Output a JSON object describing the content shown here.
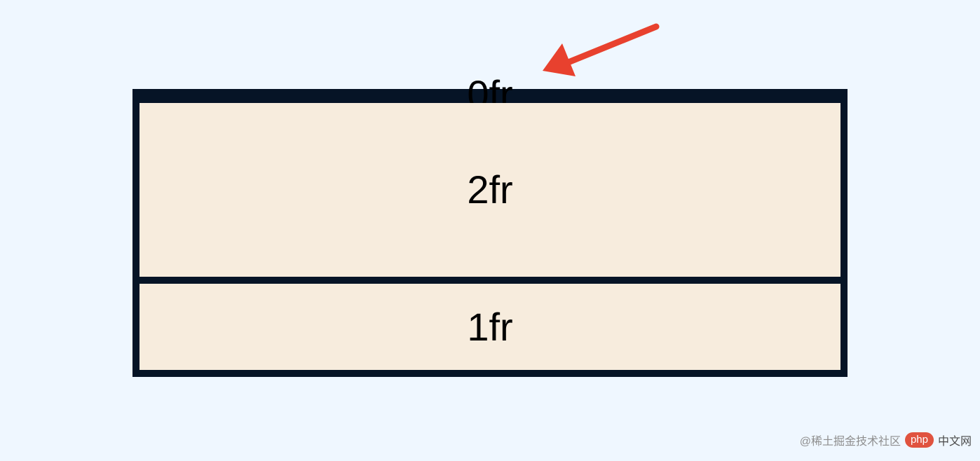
{
  "diagram": {
    "rows": [
      {
        "label": "0fr"
      },
      {
        "label": "2fr"
      },
      {
        "label": "1fr"
      }
    ],
    "colors": {
      "background": "#eff7ff",
      "container": "#061426",
      "cell": "#f7ecdd",
      "arrow": "#e8412e"
    }
  },
  "watermark": {
    "text": "@稀土掘金技术社区",
    "badge": "php",
    "site": "中文网"
  }
}
